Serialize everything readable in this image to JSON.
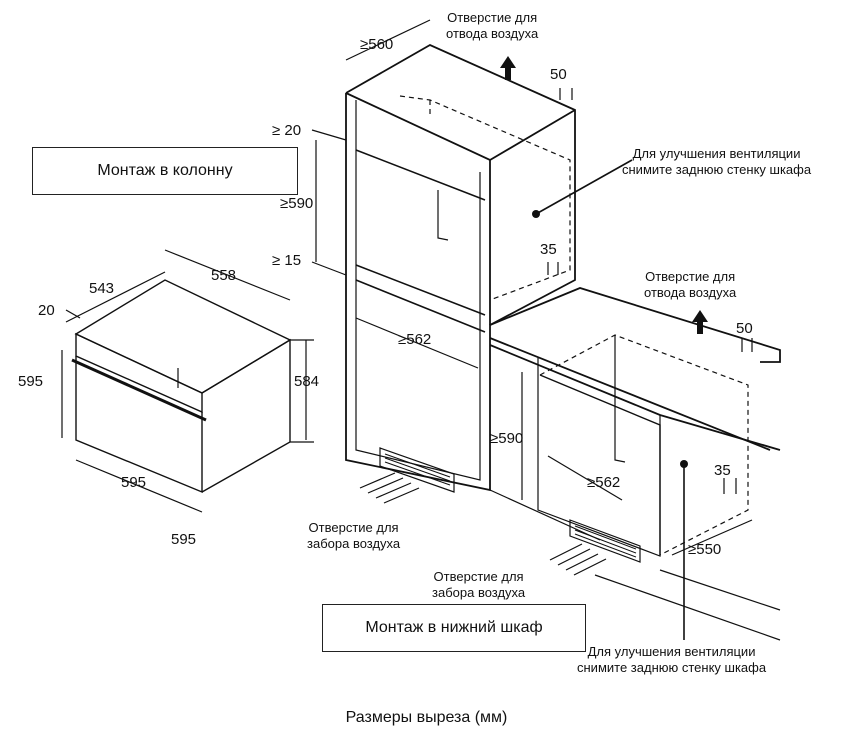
{
  "labels": {
    "column_mount": "Монтаж в колонну",
    "under_mount": "Монтаж в нижний шкаф",
    "caption": "Размеры выреза (мм)",
    "exhaust_top": [
      "Отверстие для",
      "отвода воздуха"
    ],
    "exhaust_right": [
      "Отверстие для",
      "отвода воздуха"
    ],
    "ventilation_top": [
      "Для улучшения вентиляции",
      "снимите заднюю стенку шкафа"
    ],
    "ventilation_bottom": [
      "Для улучшения вентиляции",
      "снимите заднюю стенку шкафа"
    ],
    "intake_left": [
      "Отверстие для",
      "забора воздуха"
    ],
    "intake_mid": [
      "Отверстие для",
      "забора воздуха"
    ]
  },
  "dims": {
    "col_depth": "≥560",
    "col_vent": "50",
    "col_top_gap": "≥ 20",
    "col_height": "≥590",
    "col_bottom_gap": "≥ 15",
    "col_vent_gap": "35",
    "col_width": "≥562",
    "oven_depth": "543",
    "oven_total_depth": "558",
    "oven_front": "20",
    "oven_height": "595",
    "oven_body_height": "584",
    "oven_width": "595",
    "oven_total_width": "595",
    "under_vent": "50",
    "under_height": "≥590",
    "under_vent_gap": "35",
    "under_width": "≥562",
    "under_depth": "≥550"
  }
}
